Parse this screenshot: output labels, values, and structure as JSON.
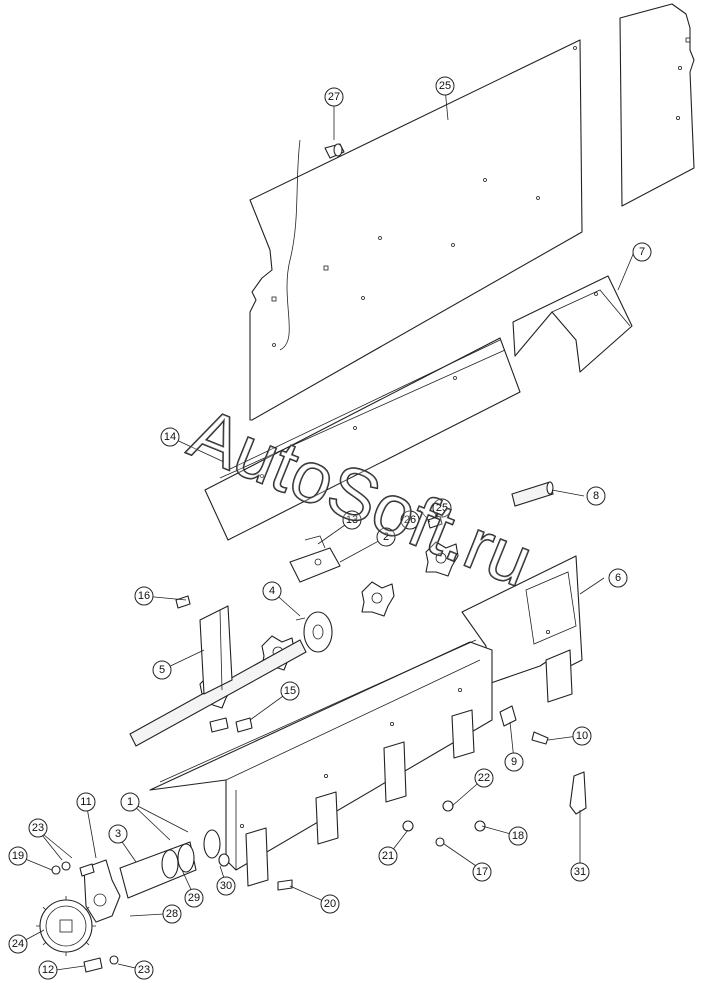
{
  "watermark": {
    "text": "AutoSoft.ru"
  },
  "callouts": {
    "c1": "1",
    "c2": "2",
    "c3": "3",
    "c4": "4",
    "c5": "5",
    "c6": "6",
    "c7": "7",
    "c8": "8",
    "c9": "9",
    "c10": "10",
    "c11": "11",
    "c12": "12",
    "c13": "13",
    "c14": "14",
    "c15": "15",
    "c16": "16",
    "c17": "17",
    "c18": "18",
    "c19": "19",
    "c20": "20",
    "c21": "21",
    "c22": "22",
    "c23a": "23",
    "c23b": "23",
    "c24": "24",
    "c25a": "25",
    "c25b": "25",
    "c26": "26",
    "c27": "27",
    "c28": "28",
    "c29": "29",
    "c30": "30",
    "c31": "31"
  }
}
